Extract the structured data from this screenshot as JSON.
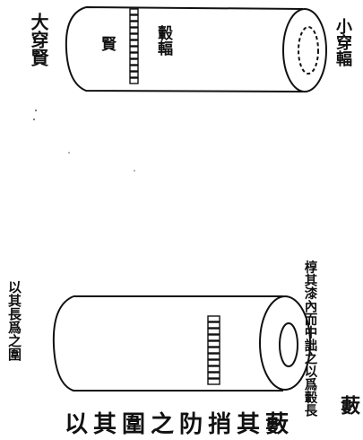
{
  "top_figure": {
    "left_label": "大穿賢",
    "right_label": "小穿輻",
    "inner_col_a": "轂輻",
    "inner_col_b": "賢"
  },
  "bottom_figure": {
    "commentary_col_1": "椁其漆內而中詘之以爲轂長",
    "commentary_col_2": "藪",
    "commentary_col_3": "以其長爲之圍",
    "bottom_line": "以其圍之阞捎其藪"
  }
}
